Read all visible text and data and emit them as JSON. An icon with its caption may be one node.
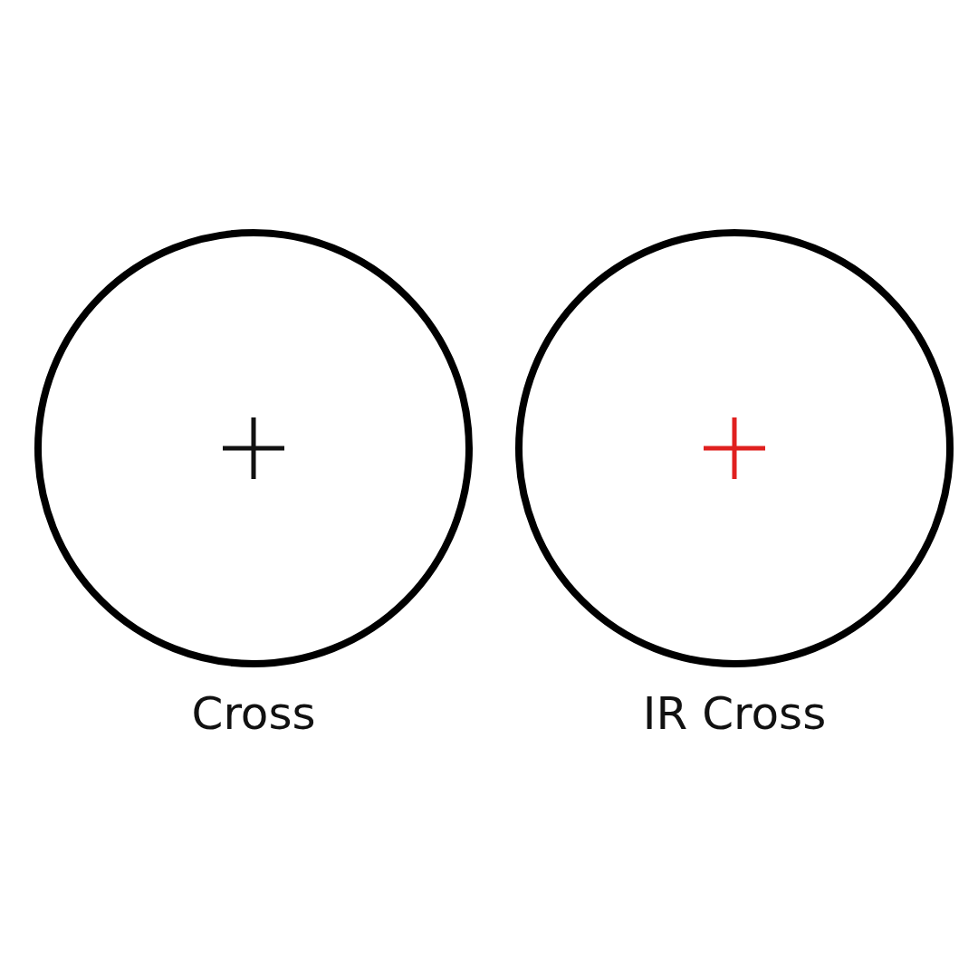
{
  "diagram": {
    "nodes": [
      {
        "text": [],
        "shape": "circle",
        "beside": [
          "Cross"
        ]
      },
      {
        "text": [],
        "shape": "circle",
        "beside": [
          "IR Cross"
        ]
      }
    ],
    "edges": []
  }
}
